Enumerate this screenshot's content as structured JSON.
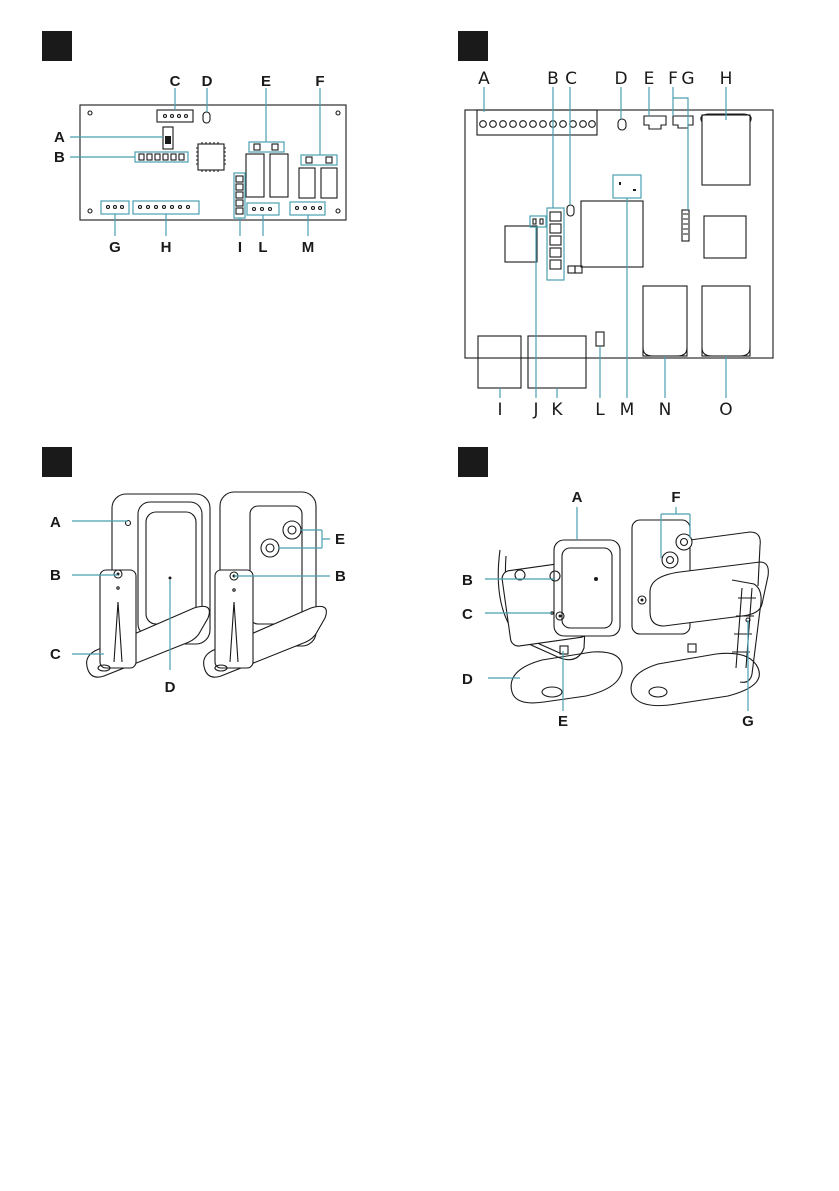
{
  "colors": {
    "ink": "#1a1a1a",
    "callout": "#4a9fb0",
    "background": "#ffffff"
  },
  "panel1": {
    "labels": {
      "A": "A",
      "B": "B",
      "C": "C",
      "D": "D",
      "E": "E",
      "F": "F",
      "G": "G",
      "H": "H",
      "I": "I",
      "L": "L",
      "M": "M"
    }
  },
  "panel2": {
    "labels": {
      "A": "A",
      "B": "B",
      "C": "C",
      "D": "D",
      "E": "E",
      "F": "F",
      "G": "G",
      "H": "H",
      "I": "I",
      "J": "J",
      "K": "K",
      "L": "L",
      "M": "M",
      "N": "N",
      "O": "O"
    }
  },
  "panel3": {
    "labels": {
      "A": "A",
      "B_left": "B",
      "B_right": "B",
      "C": "C",
      "D": "D",
      "E": "E"
    }
  },
  "panel4": {
    "labels": {
      "A": "A",
      "B": "B",
      "C": "C",
      "D": "D",
      "E": "E",
      "F": "F",
      "G": "G"
    }
  }
}
